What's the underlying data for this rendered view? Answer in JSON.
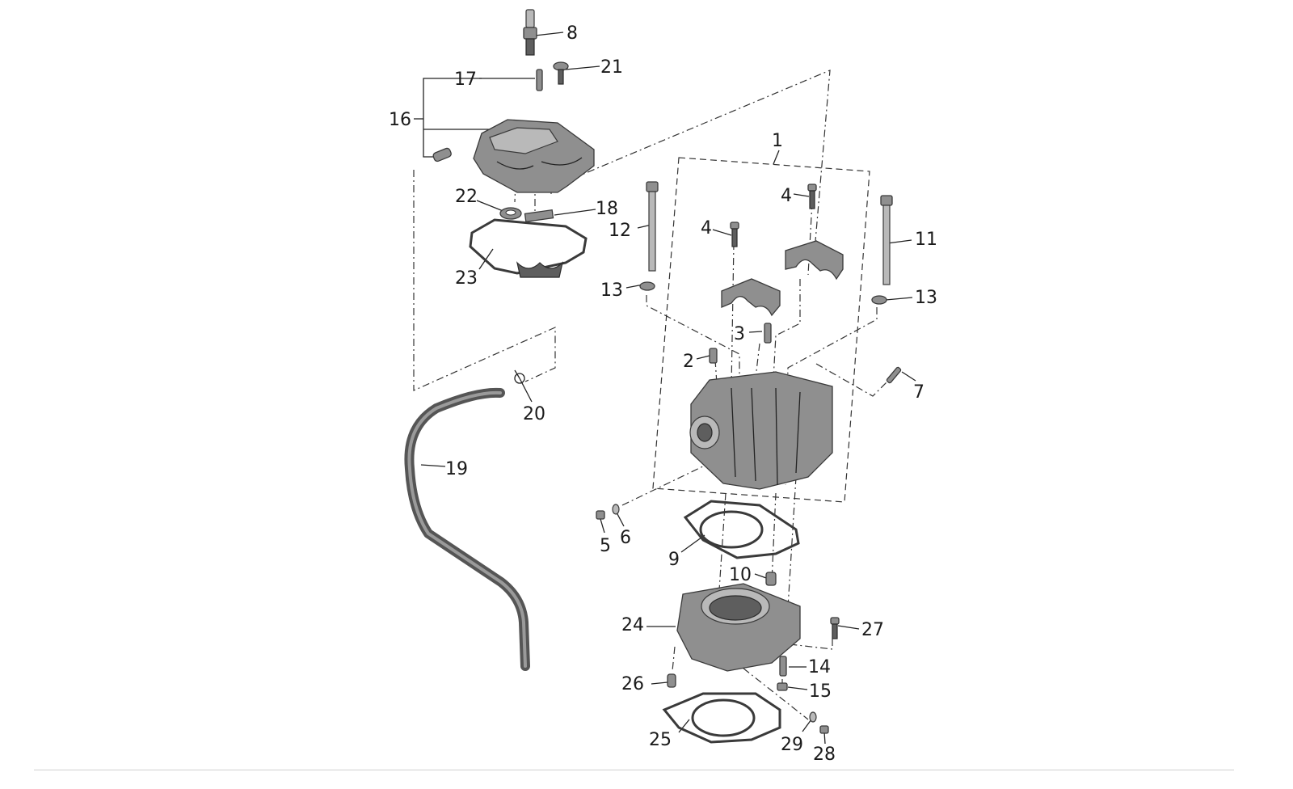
{
  "callouts": {
    "c1": "1",
    "c2": "2",
    "c3": "3",
    "c4a": "4",
    "c4b": "4",
    "c5": "5",
    "c6": "6",
    "c7": "7",
    "c8": "8",
    "c9": "9",
    "c10": "10",
    "c11": "11",
    "c12": "12",
    "c13a": "13",
    "c13b": "13",
    "c14": "14",
    "c15": "15",
    "c16": "16",
    "c17": "17",
    "c18": "18",
    "c19": "19",
    "c20": "20",
    "c21": "21",
    "c22": "22",
    "c23": "23",
    "c24": "24",
    "c25": "25",
    "c26": "26",
    "c27": "27",
    "c28": "28",
    "c29": "29"
  }
}
